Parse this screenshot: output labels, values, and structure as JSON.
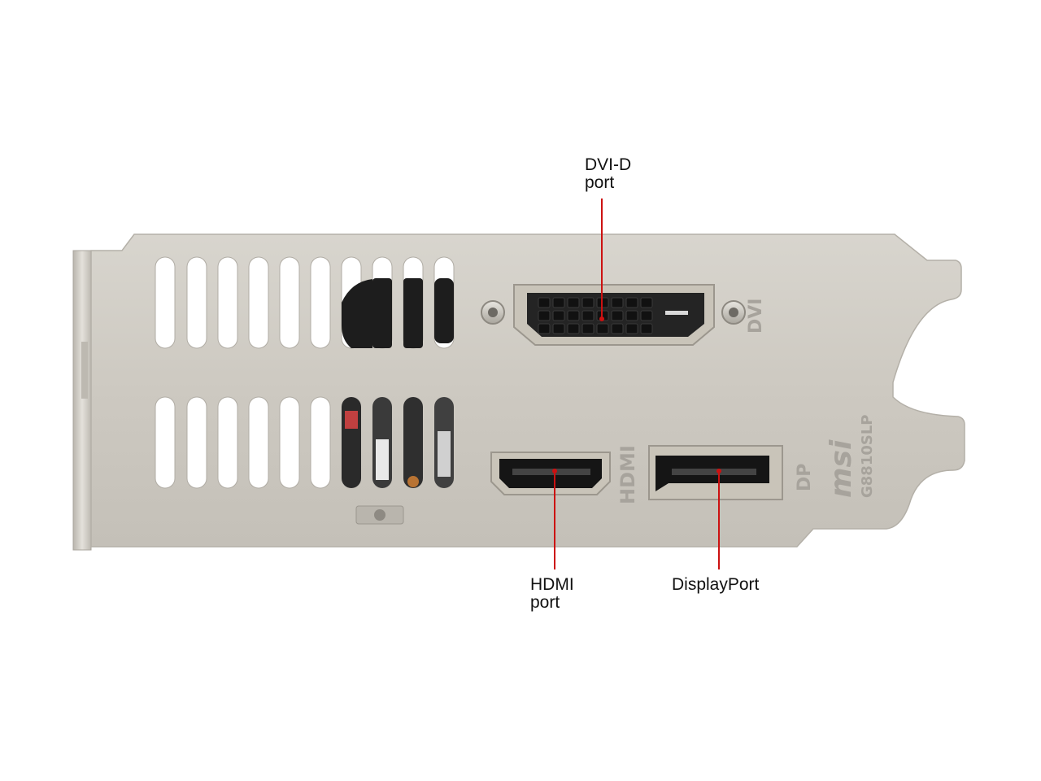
{
  "photo": {
    "subject": "graphics card low-profile bracket",
    "bracket_color": "#cdc9c1",
    "leader_color": "#cc1111",
    "engravings": {
      "dvi": "DVI",
      "hdmi": "HDMI",
      "dp": "DP",
      "brand": "msi",
      "model": "G8810SLP"
    }
  },
  "callouts": {
    "dvi": {
      "line1": "DVI-D",
      "line2": "port"
    },
    "hdmi": {
      "line1": "HDMI",
      "line2": "port"
    },
    "displayport": {
      "line1": "DisplayPort"
    }
  }
}
